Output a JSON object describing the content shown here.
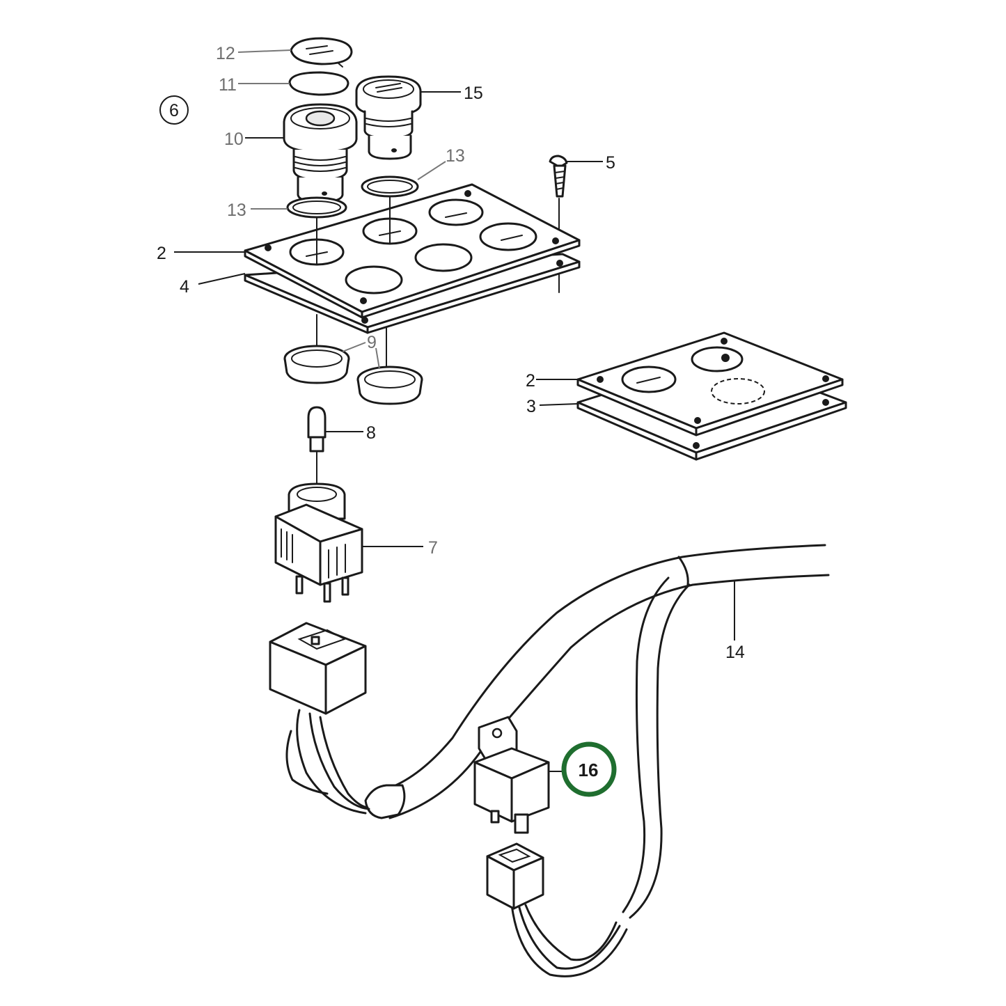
{
  "diagram": {
    "group_number": "6",
    "labels": {
      "p2_main": "2",
      "p2_right": "2",
      "p3": "3",
      "p4": "4",
      "p5": "5",
      "p7": "7",
      "p8": "8",
      "p9": "9",
      "p10": "10",
      "p11": "11",
      "p12": "12",
      "p13_left": "13",
      "p13_right": "13",
      "p14": "14",
      "p15": "15",
      "p16": "16"
    },
    "highlight_color": "#1f6e2f"
  }
}
